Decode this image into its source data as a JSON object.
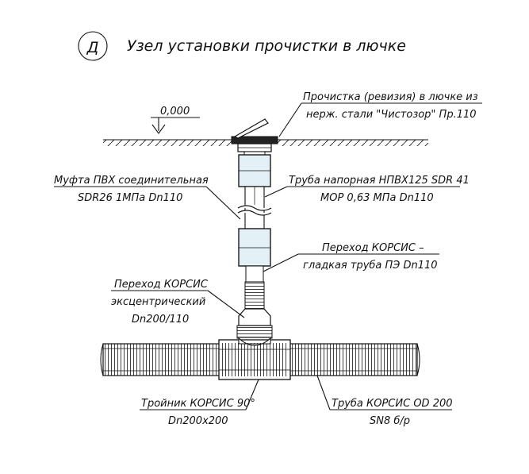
{
  "title": {
    "badge": "Д",
    "text": "Узел установки прочистки в лючке"
  },
  "level_mark": "0,000",
  "labels": {
    "cleanout_line1": "Прочистка (ревизия) в лючке из",
    "cleanout_line2": "нерж. стали \"Чистозор\" Пр.110",
    "coupling_line1": "Муфта ПВХ соединительная",
    "coupling_line2": "SDR26 1МПа Dn110",
    "pressure_pipe_line1": "Труба напорная НПВХ125 SDR 41",
    "pressure_pipe_line2": "MOP 0,63 МПа Dn110",
    "transition_smooth_line1": "Переход КОРСИС –",
    "transition_smooth_line2": "гладкая труба ПЭ Dn110",
    "transition_ecc_line1": "Переход КОРСИС",
    "transition_ecc_line2": "эксцентрический",
    "transition_ecc_line3": "Dn200/110",
    "tee_line1": "Тройник КОРСИС 90°",
    "tee_line2": "Dn200x200",
    "main_pipe_line1": "Труба КОРСИС OD 200",
    "main_pipe_line2": "SN8 б/р"
  },
  "colors": {
    "coupling_fill": "#e3f1f6",
    "line": "#111111"
  }
}
